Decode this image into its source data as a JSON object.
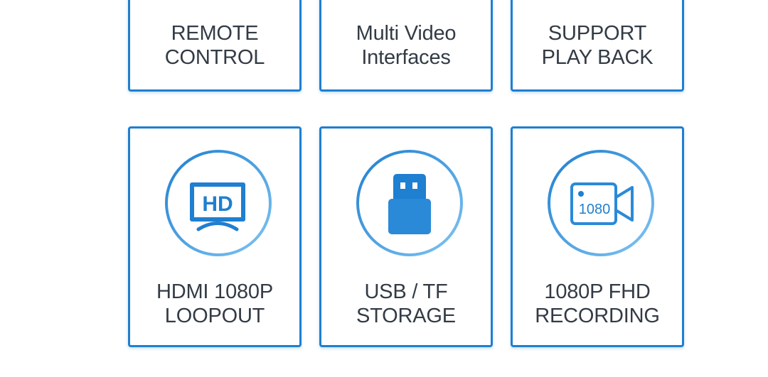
{
  "colors": {
    "accent": "#1f7fd0",
    "accent_light": "#79c0f0",
    "text": "#333b45",
    "background": "#ffffff"
  },
  "features_top": [
    {
      "line1": "REMOTE",
      "line2": "CONTROL"
    },
    {
      "line1": "Multi Video",
      "line2": "Interfaces"
    },
    {
      "line1": "SUPPORT",
      "line2": "PLAY BACK"
    }
  ],
  "features_bottom": [
    {
      "icon": "hd-monitor-icon",
      "line1": "HDMI 1080P",
      "line2": "LOOPOUT"
    },
    {
      "icon": "usb-drive-icon",
      "line1": "USB / TF",
      "line2": "STORAGE"
    },
    {
      "icon": "video-camera-icon",
      "icon_text": "1080",
      "line1": "1080P FHD",
      "line2": "RECORDING"
    }
  ],
  "hd_icon_text": "HD"
}
